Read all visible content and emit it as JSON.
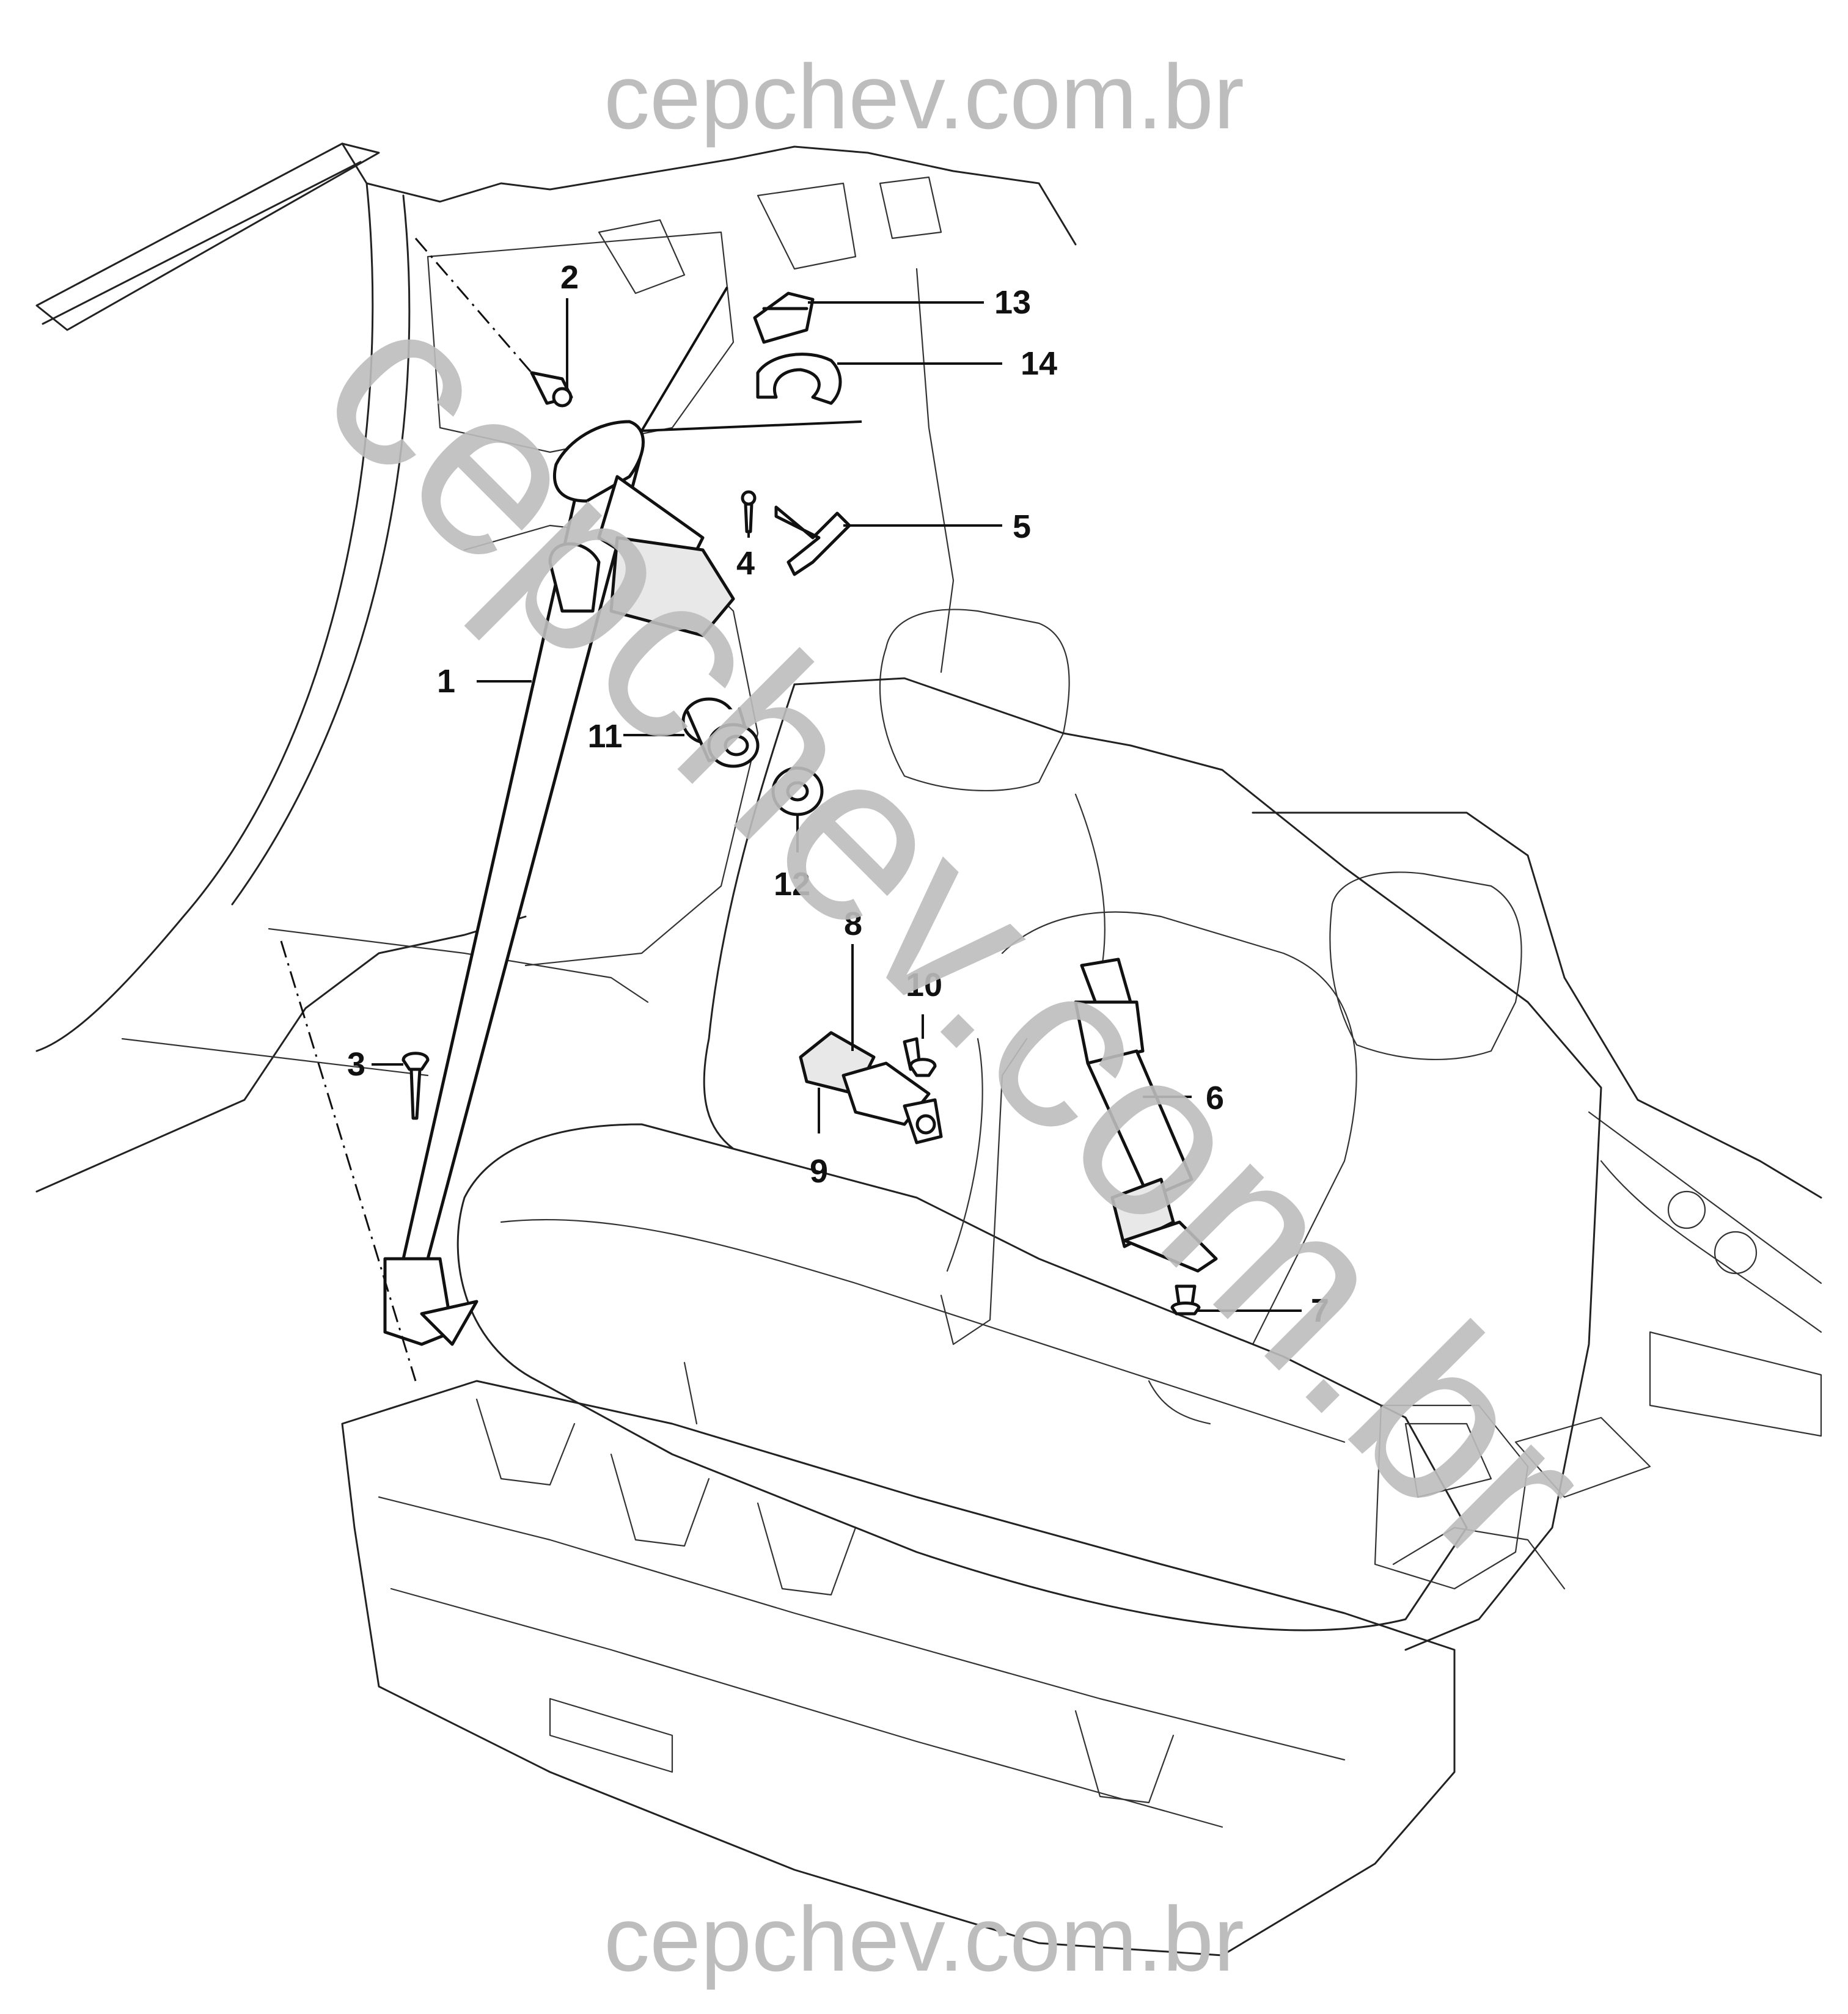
{
  "watermark": {
    "top": "cepchev.com.br",
    "bottom": "cepchev.com.br",
    "diagonal": "cepchev.com.br",
    "color": "#bdbdbd"
  },
  "callouts": [
    {
      "id": "1",
      "part": "seat-belt"
    },
    {
      "id": "2",
      "part": "bolt"
    },
    {
      "id": "3",
      "part": "bolt"
    },
    {
      "id": "4",
      "part": "screw"
    },
    {
      "id": "5",
      "part": "bracket"
    },
    {
      "id": "6",
      "part": "seat-belt"
    },
    {
      "id": "7",
      "part": "bolt"
    },
    {
      "id": "8",
      "part": "buckle"
    },
    {
      "id": "9",
      "part": "buckle"
    },
    {
      "id": "10",
      "part": "bolt"
    },
    {
      "id": "11",
      "part": "spacer"
    },
    {
      "id": "12",
      "part": "washer"
    },
    {
      "id": "13",
      "part": "cover"
    },
    {
      "id": "14",
      "part": "clip"
    }
  ]
}
